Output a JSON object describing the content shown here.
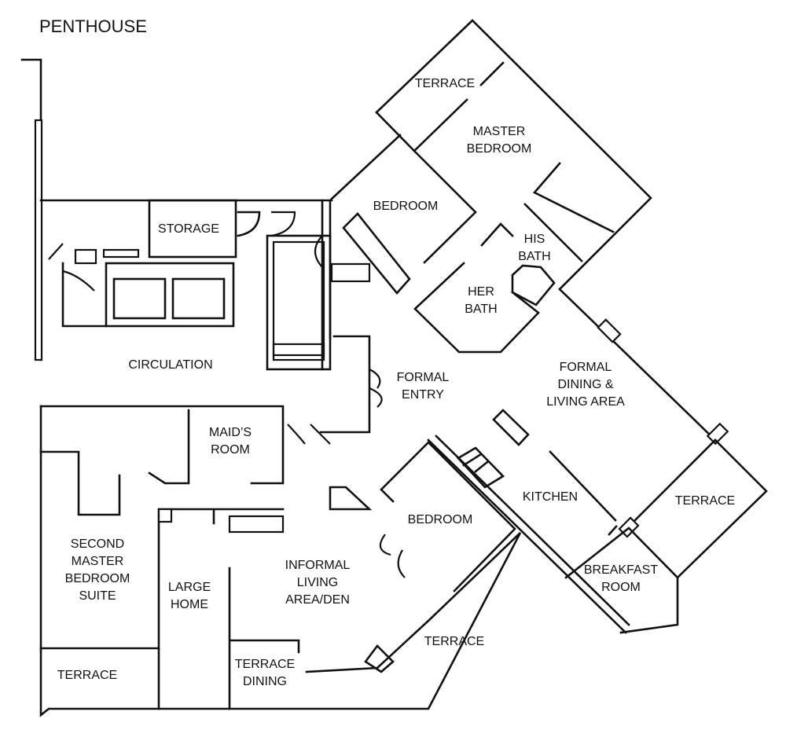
{
  "title": "PENTHOUSE",
  "colors": {
    "line": "#111111",
    "background": "#ffffff"
  },
  "rooms": {
    "terrace_top": [
      "TERRACE"
    ],
    "master_bedroom": [
      "MASTER",
      "BEDROOM"
    ],
    "bedroom_upper": [
      "BEDROOM"
    ],
    "storage": [
      "STORAGE"
    ],
    "his_bath": [
      "HIS",
      "BATH"
    ],
    "her_bath": [
      "HER",
      "BATH"
    ],
    "circulation": [
      "CIRCULATION"
    ],
    "formal_entry": [
      "FORMAL",
      "ENTRY"
    ],
    "formal_dining": [
      "FORMAL",
      "DINING &",
      "LIVING AREA"
    ],
    "maids_room": [
      "MAID’S",
      "ROOM"
    ],
    "kitchen": [
      "KITCHEN"
    ],
    "terrace_right": [
      "TERRACE"
    ],
    "bedroom_lower": [
      "BEDROOM"
    ],
    "second_master": [
      "SECOND",
      "MASTER",
      "BEDROOM",
      "SUITE"
    ],
    "informal_living": [
      "INFORMAL",
      "LIVING",
      "AREA/DEN"
    ],
    "large_home": [
      "LARGE",
      "HOME"
    ],
    "breakfast_room": [
      "BREAKFAST",
      "ROOM"
    ],
    "terrace_bottom": [
      "TERRACE"
    ],
    "terrace_dining": [
      "TERRACE",
      "DINING"
    ],
    "terrace_left": [
      "TERRACE"
    ]
  }
}
